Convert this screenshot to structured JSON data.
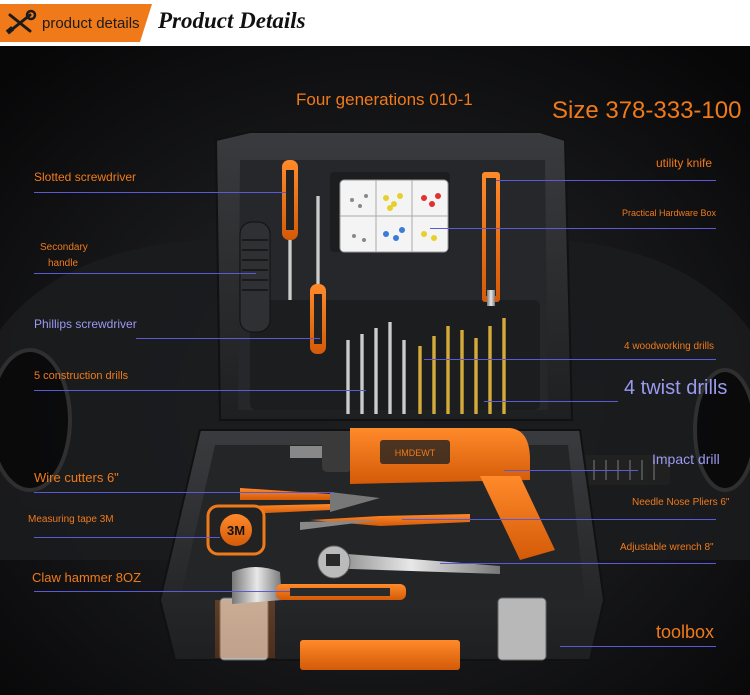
{
  "header": {
    "tag_label": "product details",
    "title": "Product Details"
  },
  "model": "Four generations 010-1",
  "size": "Size 378-333-100",
  "labels": {
    "slotted_screwdriver": "Slotted screwdriver",
    "secondary_handle_line1": "Secondary",
    "secondary_handle_line2": "handle",
    "phillips_screwdriver": "Phillips screwdriver",
    "construction_drills": "5 construction drills",
    "wire_cutters": "Wire cutters 6\"",
    "measuring_tape": "Measuring tape 3M",
    "claw_hammer": "Claw hammer 8OZ",
    "utility_knife": "utility knife",
    "hardware_box": "Practical Hardware Box",
    "woodworking_drills": "4 woodworking drills",
    "twist_drills": "4 twist drills",
    "impact_drill": "Impact drill",
    "needle_nose_pliers": "Needle Nose Pliers 6\"",
    "adjustable_wrench": "Adjustable wrench 8\"",
    "toolbox": "toolbox"
  },
  "product": {
    "tape_brand": "3M",
    "drill_brand": "HMDEWT"
  },
  "colors": {
    "accent": "#f07a1a",
    "line": "#5a5ad8",
    "case": "#2a2b2d",
    "header_bg": "#ffffff"
  },
  "icons": {
    "header": "tools-icon"
  }
}
